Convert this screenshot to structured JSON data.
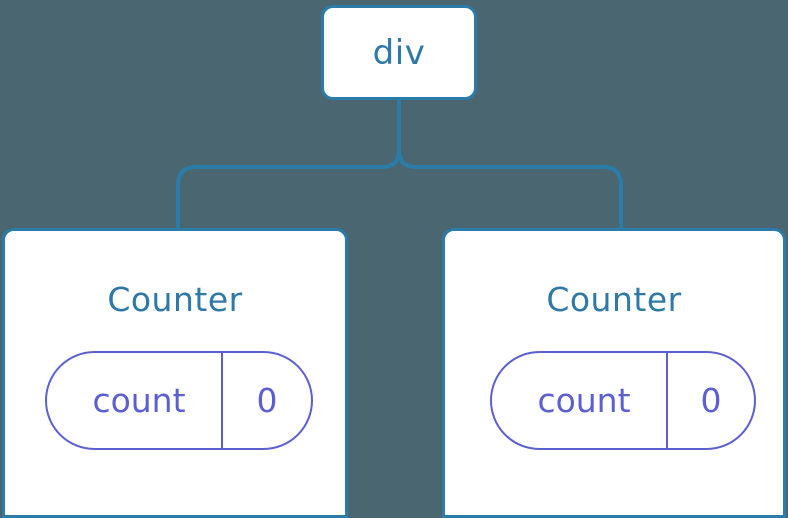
{
  "diagram": {
    "type": "component-tree",
    "background_color": "#4a6670",
    "node_border_color": "#2b7ca8",
    "node_fill_color": "#ffffff",
    "node_text_color": "#2e79a8",
    "state_accent_color": "#5c5fd0",
    "connector_color": "#2b7ca8",
    "root": {
      "label": "div"
    },
    "children": [
      {
        "title": "Counter",
        "state": {
          "key": "count",
          "value": "0"
        }
      },
      {
        "title": "Counter",
        "state": {
          "key": "count",
          "value": "0"
        }
      }
    ]
  }
}
